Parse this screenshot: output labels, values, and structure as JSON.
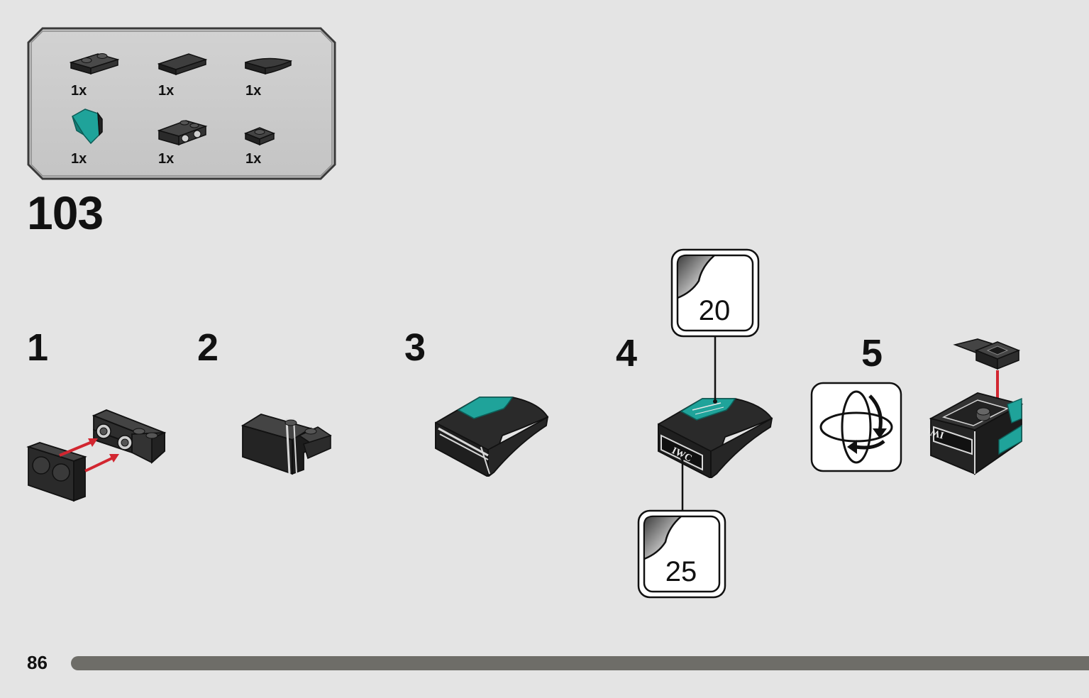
{
  "colors": {
    "background": "#e4e4e4",
    "parts_box_fill": "#c8c8c8",
    "brick_dark": "#2b2b2b",
    "brick_teal": "#1fa39a",
    "arrow_red": "#d22630",
    "progress_bar": "#6e6d68"
  },
  "parts_list": [
    {
      "icon": "plate-1x2-jumper-icon",
      "quantity": "1x"
    },
    {
      "icon": "tile-1x2-icon",
      "quantity": "1x"
    },
    {
      "icon": "curved-slope-1x2-icon",
      "quantity": "1x"
    },
    {
      "icon": "wedge-slope-teal-icon",
      "quantity": "1x"
    },
    {
      "icon": "bracket-1x2-icon",
      "quantity": "1x"
    },
    {
      "icon": "plate-1x1-icon",
      "quantity": "1x"
    }
  ],
  "step_number": "103",
  "substeps": [
    {
      "number": "1"
    },
    {
      "number": "2"
    },
    {
      "number": "3"
    },
    {
      "number": "4"
    },
    {
      "number": "5"
    }
  ],
  "stickers": {
    "top": "20",
    "bottom": "25"
  },
  "decal_text": "IWC",
  "rotate_icon": "rotate-model-icon",
  "footer": {
    "page_number": "86"
  }
}
